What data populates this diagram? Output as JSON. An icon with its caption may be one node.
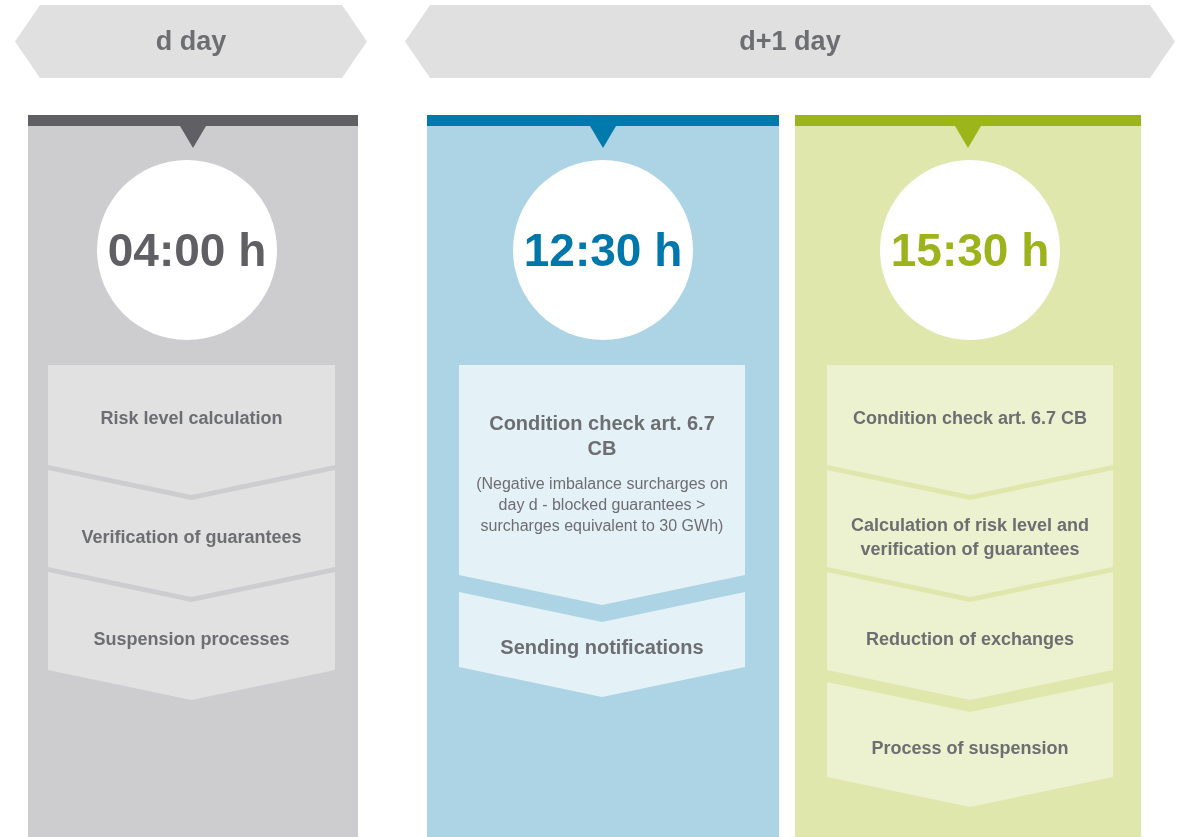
{
  "diagram": {
    "nodes": [
      {
        "text": [
          "d day"
        ]
      },
      {
        "text": [
          "d+1 day"
        ]
      },
      {
        "text": [],
        "shape": "box"
      },
      {
        "text": [
          "04:00 h"
        ],
        "in": 2
      },
      {
        "text": [
          "Risk level calculation"
        ],
        "in": 2
      },
      {
        "text": [
          "Verification of guarantees"
        ],
        "in": 2
      },
      {
        "text": [
          "Suspension processes"
        ],
        "in": 2
      },
      {
        "text": [],
        "shape": "box"
      },
      {
        "text": [
          "12:30 h"
        ],
        "in": 7
      },
      {
        "text": [
          "Condition check art. 6.7 CB",
          "(Negative imbalance surcharges on day d - blocked guarantees > surcharges equivalent to 30 GWh)"
        ],
        "in": 7
      },
      {
        "text": [
          "Sending notifications"
        ],
        "in": 7
      },
      {
        "text": [],
        "shape": "box"
      },
      {
        "text": [
          "15:30 h"
        ],
        "in": 11
      },
      {
        "text": [
          "Condition check art. 6.7 CB"
        ],
        "in": 11
      },
      {
        "text": [
          "Calculation of risk level and verification of guarantees"
        ],
        "in": 11
      },
      {
        "text": [
          "Reduction of exchanges"
        ],
        "in": 11
      },
      {
        "text": [
          "Process of suspension"
        ],
        "in": 11
      }
    ]
  }
}
